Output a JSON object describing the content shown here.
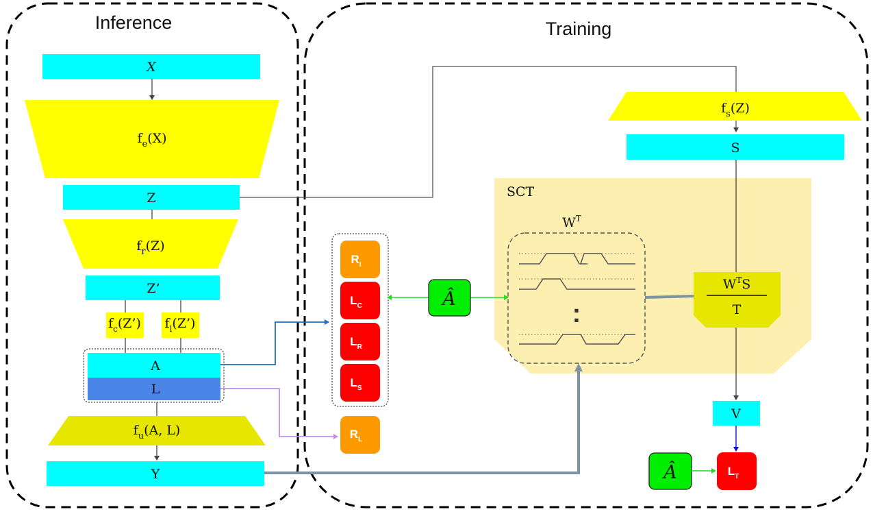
{
  "sections": {
    "inference_title": "Inference",
    "training_title": "Training"
  },
  "inference": {
    "x": "X",
    "encoder": {
      "name": "f",
      "sub": "e",
      "arg": "(X)"
    },
    "z": "Z",
    "refiner": {
      "name": "f",
      "sub": "r",
      "arg": "(Z)"
    },
    "z_prime": "Z’",
    "classifier": {
      "name": "f",
      "sub": "c",
      "arg": "(Z’)"
    },
    "localizer": {
      "name": "f",
      "sub": "l",
      "arg": "(Z’)"
    },
    "a": "A",
    "l": "L",
    "uncertainty": {
      "name": "f",
      "sub": "u",
      "arg": "(A, L)"
    },
    "y": "Y"
  },
  "training": {
    "f_s": {
      "name": "f",
      "sub": "s",
      "arg": "(Z)"
    },
    "s": "S",
    "sct_label": "SCT",
    "wt": {
      "base": "W",
      "sup": "T"
    },
    "dots": ":",
    "fraction": {
      "num_base": "W",
      "num_sup": "T",
      "num_tail": "S",
      "den": "T"
    },
    "v": "V",
    "a_hat": "Â",
    "losses": [
      {
        "letter": "R",
        "sub": "I",
        "color": "#ff9900"
      },
      {
        "letter": "L",
        "sub": "C",
        "color": "#ff0000"
      },
      {
        "letter": "L",
        "sub": "R",
        "color": "#ff0000"
      },
      {
        "letter": "L",
        "sub": "S",
        "color": "#ff0000"
      }
    ],
    "r_l": {
      "letter": "R",
      "sub": "L",
      "color": "#ff9900"
    },
    "l_t": {
      "letter": "L",
      "sub": "T",
      "color": "#ff0000"
    }
  },
  "colors": {
    "cyan": "#00ffff",
    "yellow": "#ffff00",
    "olive_yellow": "#e6e600",
    "blue": "#4a86e8",
    "sct_bg": "#fcefb0",
    "green": "#00ee00",
    "orange": "#ff9900",
    "red": "#ff0000"
  }
}
